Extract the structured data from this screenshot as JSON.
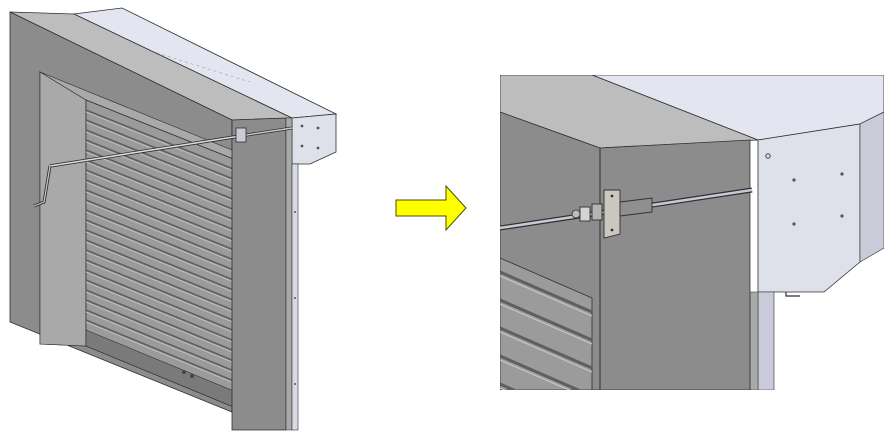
{
  "figure": {
    "panels": [
      {
        "id": "overview",
        "subject": "roller-shutter-door-with-crank"
      },
      {
        "id": "detail",
        "subject": "crank-shaft-bracket-close-up"
      }
    ],
    "colors": {
      "wall_front": "#8c8c8c",
      "wall_side": "#a9a9a9",
      "wall_top": "#bdbdbd",
      "box_top": "#e3e6f0",
      "box_front": "#dfe1ea",
      "box_side": "#c9ccd8",
      "shutter_slat": "#9b9b9b",
      "shutter_groove": "#5f5f5f",
      "rod": "#b8bcc6",
      "arrow_fill": "#ffff00",
      "arrow_stroke": "#4d4d00",
      "outline": "#2f2f2f"
    }
  }
}
